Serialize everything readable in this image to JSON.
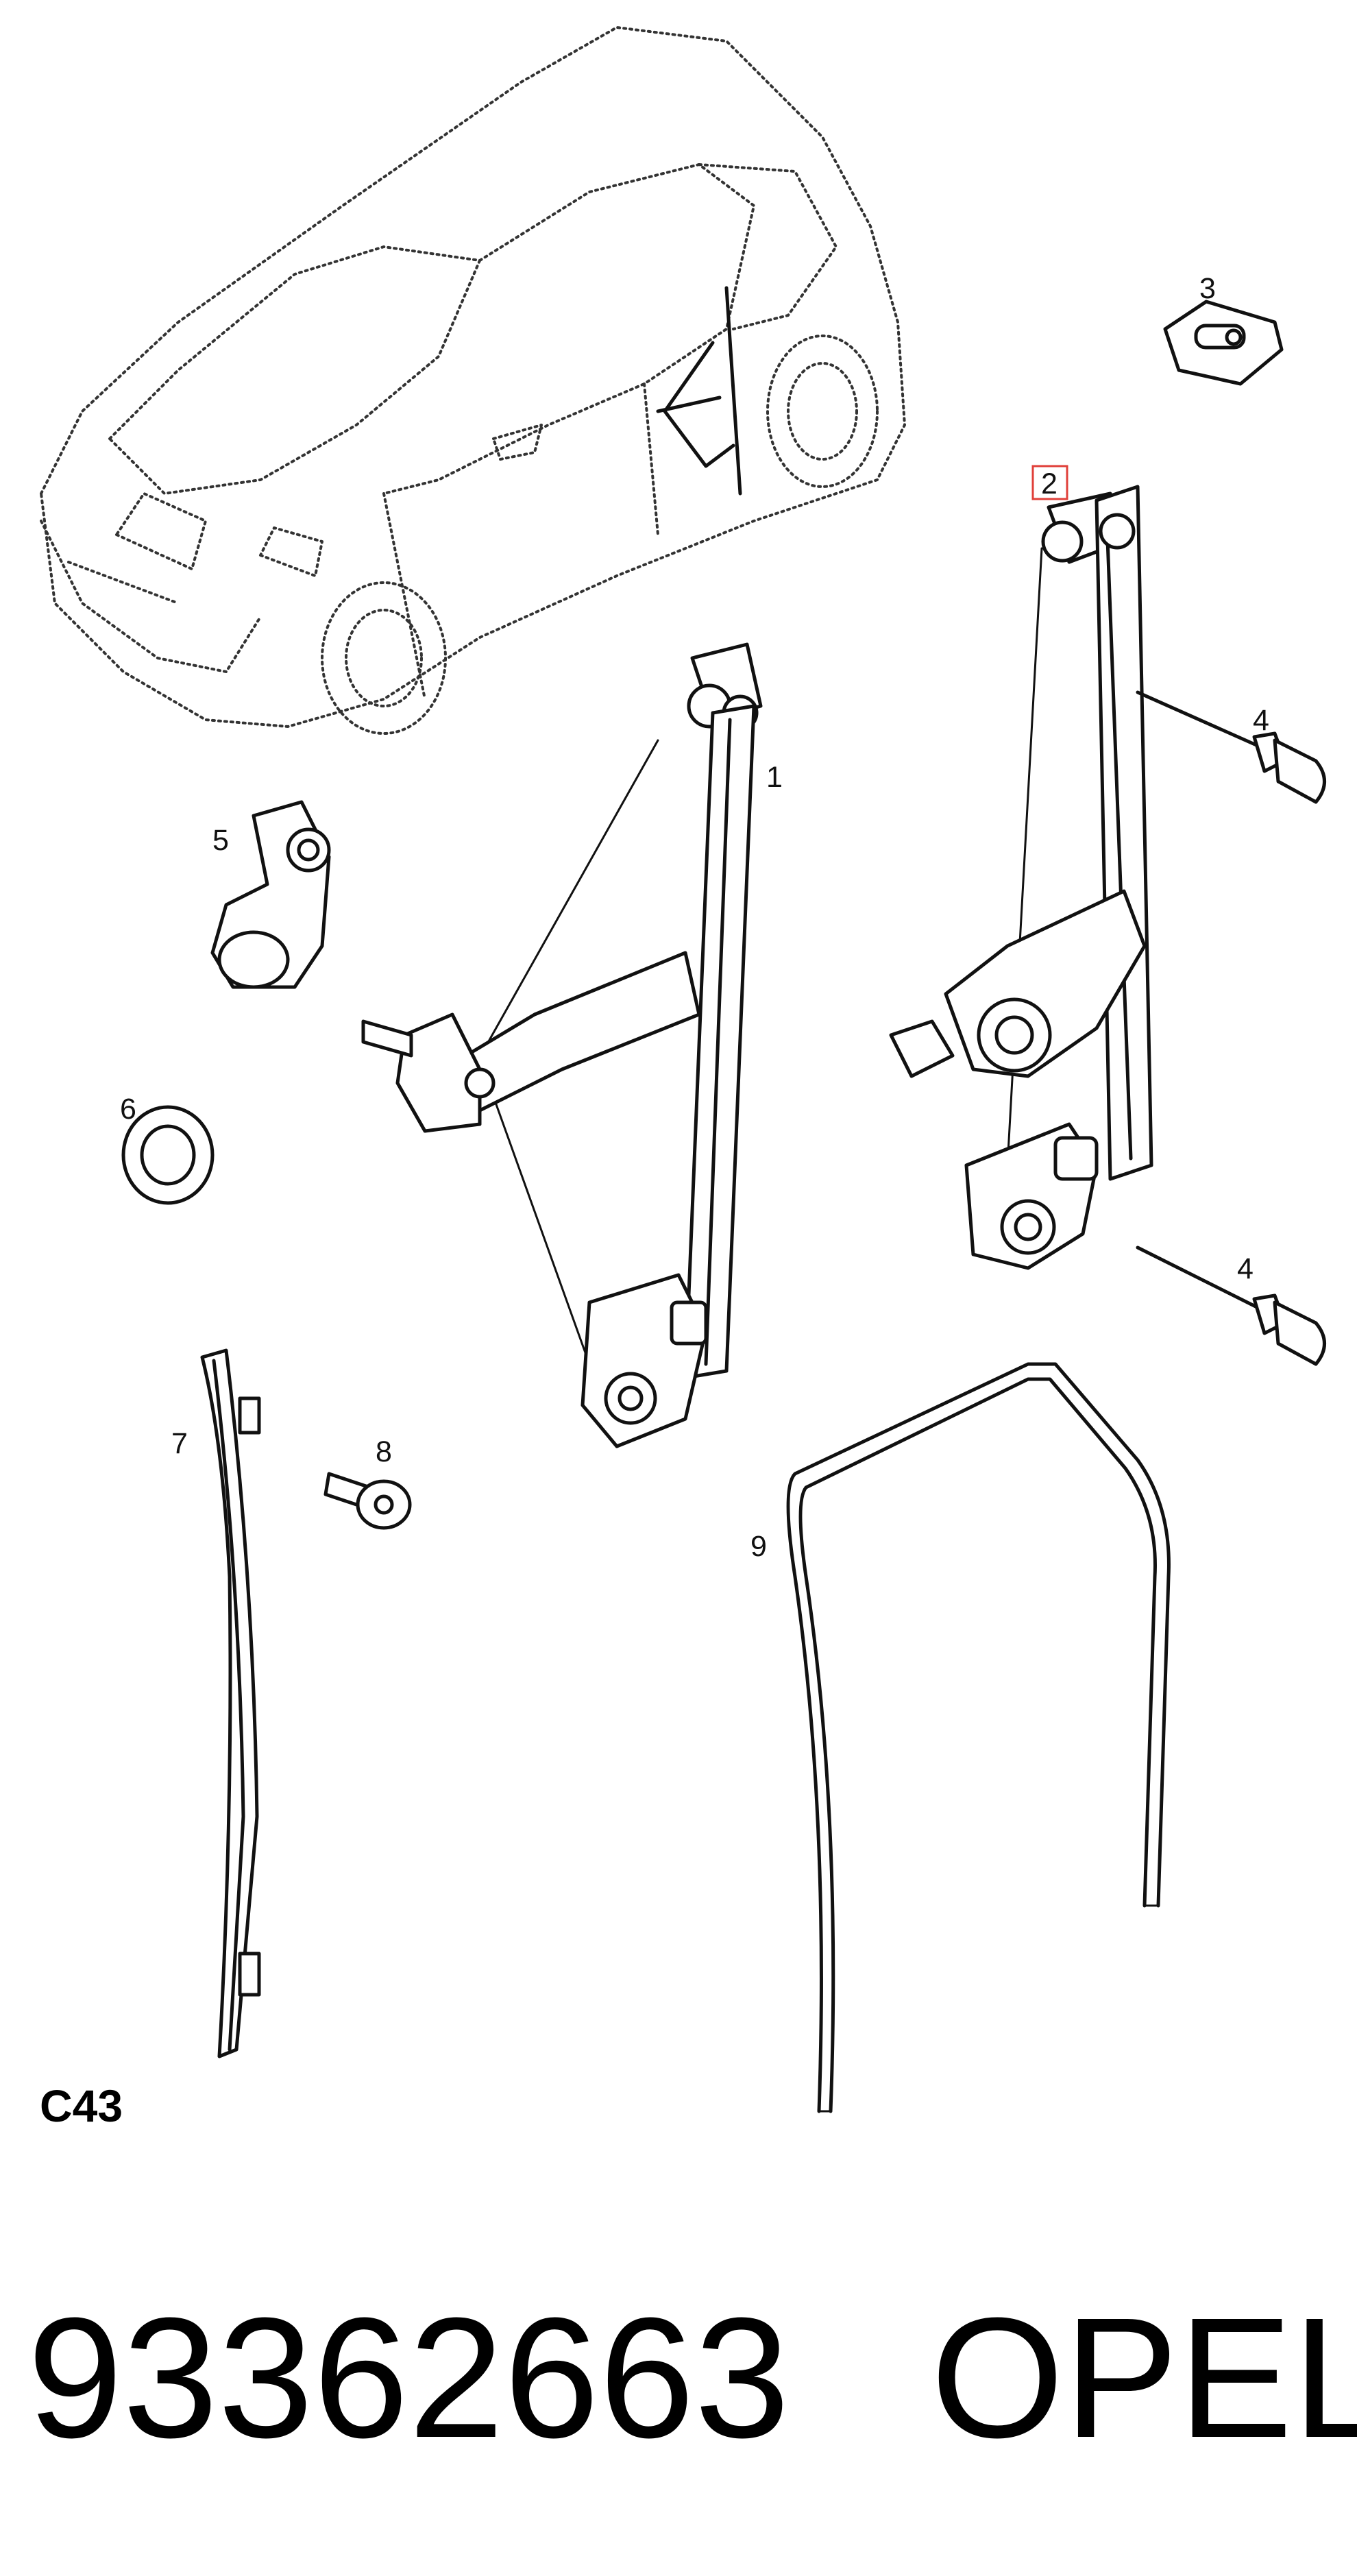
{
  "diagram": {
    "callouts": [
      {
        "id": "1",
        "text": "1"
      },
      {
        "id": "2",
        "text": "2"
      },
      {
        "id": "3",
        "text": "3"
      },
      {
        "id": "4a",
        "text": "4"
      },
      {
        "id": "4b",
        "text": "4"
      },
      {
        "id": "5",
        "text": "5"
      },
      {
        "id": "6",
        "text": "6"
      },
      {
        "id": "7",
        "text": "7"
      },
      {
        "id": "8",
        "text": "8"
      },
      {
        "id": "9",
        "text": "9"
      }
    ],
    "page_code": "C43",
    "highlight_color": "#e0403a"
  },
  "footer": {
    "part_number": "93362663",
    "brand": "OPEL"
  }
}
